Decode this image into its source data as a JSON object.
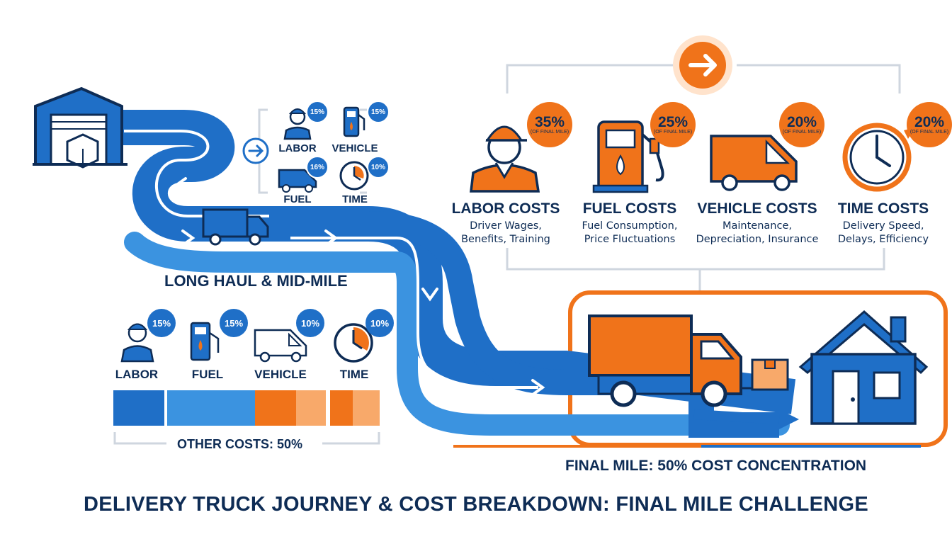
{
  "title": "DELIVERY TRUCK JOURNEY & COST BREAKDOWN: FINAL MILE CHALLENGE",
  "colors": {
    "navy": "#0e2c55",
    "blue": "#1f6fc7",
    "light_blue": "#3b93e0",
    "orange": "#f0731a",
    "light_orange": "#f8a96a"
  },
  "small_cluster": {
    "items": [
      {
        "label": "LABOR",
        "pct": "15%"
      },
      {
        "label": "VEHICLE",
        "pct": "15%"
      },
      {
        "label": "FUEL",
        "pct": "16%"
      },
      {
        "label": "TIME",
        "pct": "10%"
      }
    ]
  },
  "long_haul": {
    "label": "LONG HAUL & MID-MILE",
    "items": [
      {
        "label": "LABOR",
        "pct": "15%"
      },
      {
        "label": "FUEL",
        "pct": "15%"
      },
      {
        "label": "VEHICLE",
        "pct": "10%"
      },
      {
        "label": "TIME",
        "pct": "10%"
      }
    ],
    "other_costs": "OTHER COSTS: 50%"
  },
  "final_mile": {
    "label": "FINAL MILE: 50% COST CONCENTRATION",
    "costs": [
      {
        "title": "LABOR COSTS",
        "pct": "35%",
        "sub": "(OF FINAL MILE)",
        "line1": "Driver Wages,",
        "line2": "Benefits, Training",
        "icon": "worker-icon"
      },
      {
        "title": "FUEL COSTS",
        "pct": "25%",
        "sub": "(OF FINAL MILE)",
        "line1": "Fuel Consumption,",
        "line2": "Price Fluctuations",
        "icon": "fuel-pump-icon"
      },
      {
        "title": "VEHICLE COSTS",
        "pct": "20%",
        "sub": "(OF FINAL MILE)",
        "line1": "Maintenance,",
        "line2": "Depreciation, Insurance",
        "icon": "van-icon"
      },
      {
        "title": "TIME COSTS",
        "pct": "20%",
        "sub": "(OF FINAL MILE)",
        "line1": "Delivery Speed,",
        "line2": "Delays, Efficiency",
        "icon": "clock-icon"
      }
    ]
  }
}
